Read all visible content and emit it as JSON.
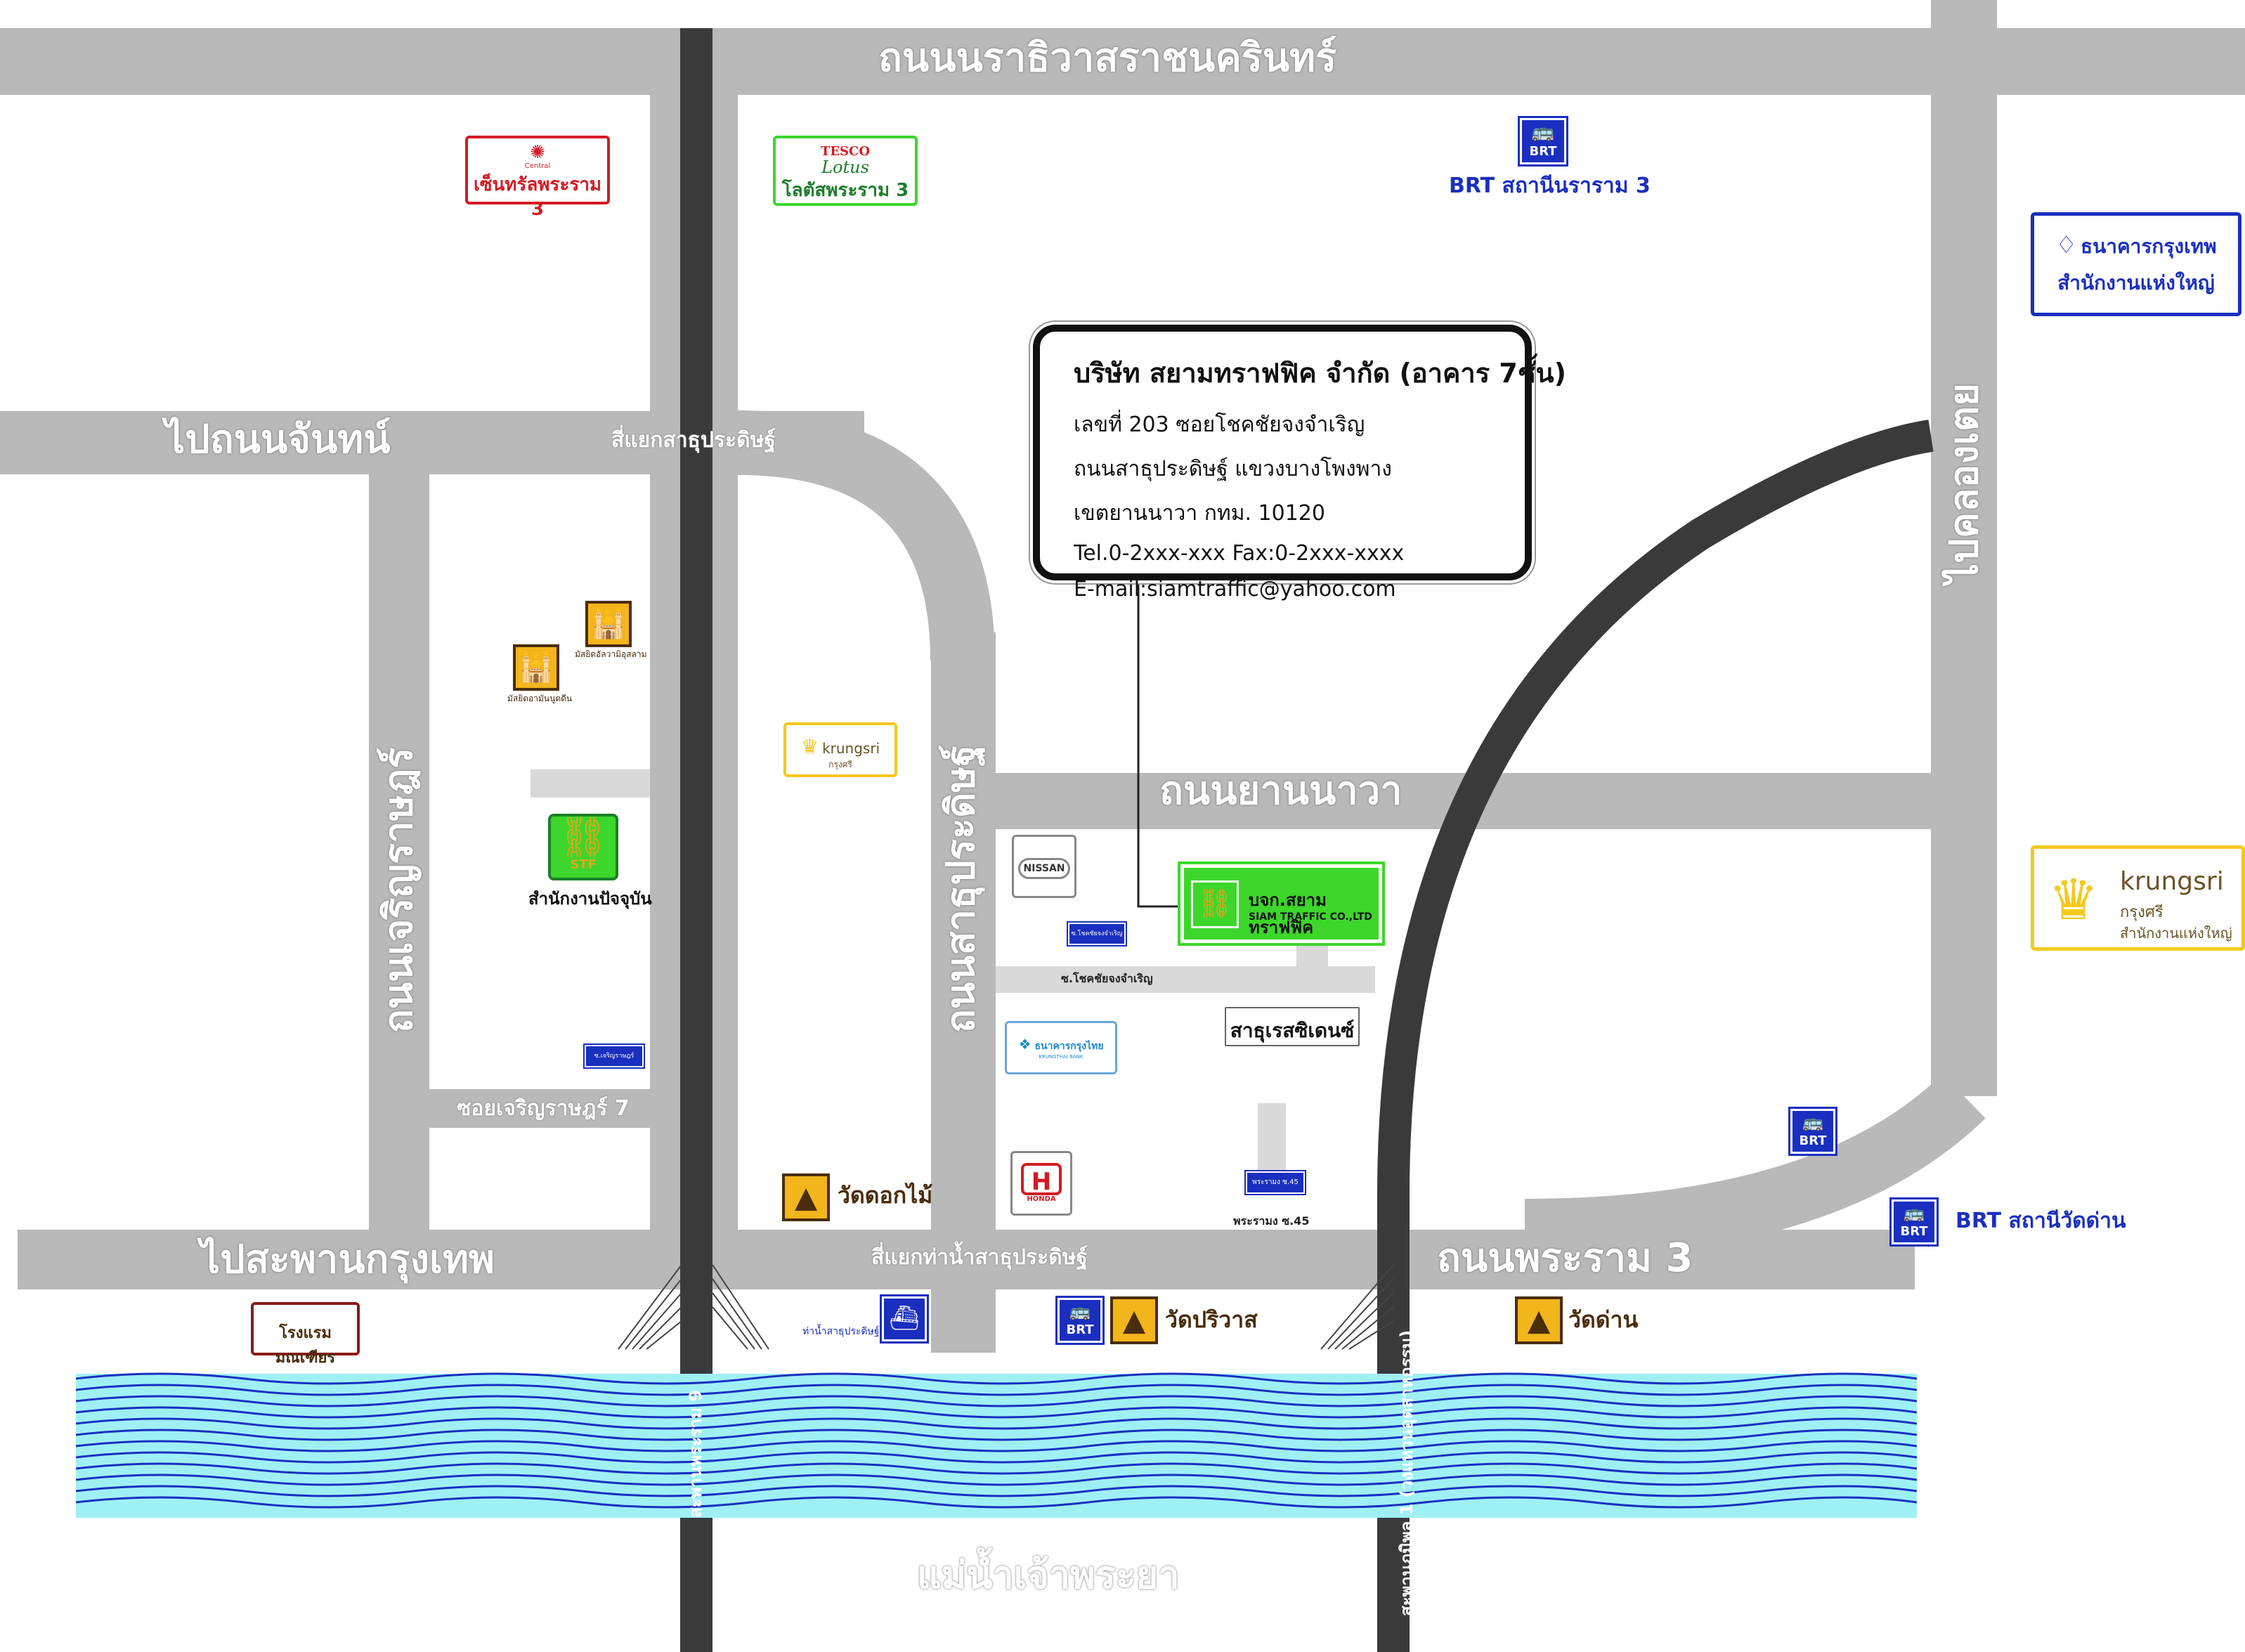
{
  "roads": {
    "ratchadaphisek": "ถนนนราธิวาสราชนครินทร์",
    "to_chan": "ไปถนนจันทน์",
    "sathu_intersection": "สี่แยกสาธุประดิษฐ์",
    "charoen_rat": "ถนนเจริญราษฎร์",
    "sathu_pradit": "ถนนสาธุประดิษฐ์",
    "yan_nawa": "ถนนยานนาวา",
    "to_khlong_toei": "ไปคลองเตย",
    "to_krungthep_bridge": "ไปสะพานกรุงเทพ",
    "tha_nam_intersection": "สี่แยกท่าน้ำสาธุประดิษฐ์",
    "rama3": "ถนนพระราม 3",
    "soi_charoen_rat_7": "ซอยเจริญราษฎร์ 7",
    "soi_chok_chai": "ซ.โชคชัยจงจำเริญ",
    "rama3_soi45": "พระรามง ซ.45"
  },
  "water": {
    "river_name": "แม่น้ำเจ้าพระยา",
    "rama9_bridge": "สะพานพระราม 9",
    "bhumibol_bridge": "สะพานภูมิพล 1 (วงแหวนอุตสาหกรรม)"
  },
  "landmarks": {
    "central": {
      "brand": "Central",
      "label": "เซ็นทรัลพระราม 3"
    },
    "tesco": {
      "brand_top": "TESCO",
      "brand_bottom": "Lotus",
      "label": "โลตัสพระราม 3"
    },
    "bangkok_bank": {
      "name": "ธนาคารกรุงเทพ",
      "label": "สำนักงานแห่งใหญ่"
    },
    "krungsri_small": {
      "brand": "krungsri",
      "sub": "กรุงศรี"
    },
    "krungsri_large": {
      "brand": "krungsri",
      "sub": "กรุงศรี",
      "label": "สำนักงานแห่งใหญ่"
    },
    "mosque1": "มัสยิดอัลวามิอุสลาม",
    "mosque2": "มัสยิดอามันนูดดีน",
    "stf_current": {
      "logo_text": "STF",
      "label": "สำนักงานปัจจุบัน"
    },
    "nissan": "NISSAN",
    "krungthai": {
      "name": "ธนาคารกรุงไทย",
      "en": "KRUNGTHAI BANK"
    },
    "honda": "HONDA",
    "sathu_residence": "สาธุเรสซิเดนซ์",
    "siam_traffic": {
      "th": "บจก.สยามทราฟฟิค",
      "en": "SIAM TRAFFIC CO.,LTD"
    },
    "wat_dok_mai": "วัดดอกไม้",
    "wat_priwat": "วัดปริวาส",
    "wat_dan": "วัดด่าน",
    "hotel": "โรงแรมมณเฑียร",
    "pier": "ท่าน้ำสาธุประดิษฐ์",
    "brt_narama3": "BRT สถานีนราราม 3",
    "brt_wat_dan": "BRT สถานีวัดด่าน",
    "brt_icon_text": "BRT",
    "street_sign_charoen": "ซ.เจริญราษฎร์",
    "street_sign_chok": "ซ.โชคชัยจงจำเริญ",
    "street_sign_rama3": "พระรามง ซ.45"
  },
  "info": {
    "title": "บริษัท สยามทราฟฟิค จำกัด (อาคาร 7ชั้น)",
    "address1": "เลขที่ 203 ซอยโชคชัยจงจำเริญ",
    "address2": "ถนนสาธุประดิษฐ์ แขวงบางโพงพาง",
    "address3": "เขตยานนาวา กทม. 10120",
    "phone": "Tel.0-2xxx-xxx Fax:0-2xxx-xxxx",
    "email": "E-mail:siamtraffic@yahoo.com"
  },
  "colors": {
    "road": "#b9b9b9",
    "expressway": "#3a3a3a",
    "river": "#9ff0f5",
    "river_lines": "#1a2fbf",
    "stf_green": "#3dd62b",
    "brt_blue": "#1a2fbf",
    "temple_yellow": "#f2b51c",
    "krungsri_yellow": "#f4c91f"
  }
}
